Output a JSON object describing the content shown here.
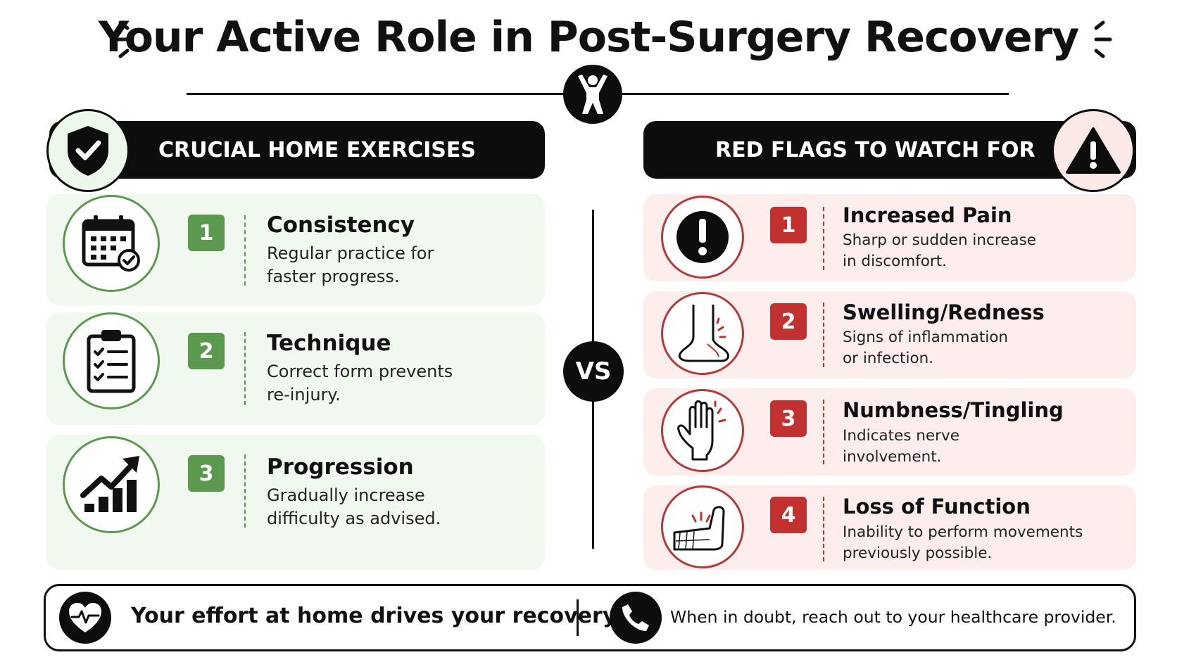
{
  "title": "Your Active Role in Post-Surgery Recovery",
  "left_section": {
    "heading": "CRUCIAL HOME EXERCISES",
    "badge_icon": "shield-check-icon",
    "accent": "#5b9a4e",
    "items": [
      {
        "number": "1",
        "title": "Consistency",
        "desc_line1": "Regular practice for",
        "desc_line2": "faster progress.",
        "icon": "calendar-check-icon"
      },
      {
        "number": "2",
        "title": "Technique",
        "desc_line1": "Correct form prevents",
        "desc_line2": "re-injury.",
        "icon": "clipboard-checklist-icon"
      },
      {
        "number": "3",
        "title": "Progression",
        "desc_line1": "Gradually increase",
        "desc_line2": "difficulty as advised.",
        "icon": "growth-chart-icon"
      }
    ]
  },
  "divider": {
    "label": "VS"
  },
  "right_section": {
    "heading": "RED FLAGS TO WATCH FOR",
    "badge_icon": "warning-triangle-icon",
    "accent": "#c1312f",
    "items": [
      {
        "number": "1",
        "title": "Increased Pain",
        "desc_line1": "Sharp or sudden increase",
        "desc_line2": "in discomfort.",
        "icon": "exclamation-icon"
      },
      {
        "number": "2",
        "title": "Swelling/Redness",
        "desc_line1": "Signs of inflammation",
        "desc_line2": "or infection.",
        "icon": "swollen-ankle-icon"
      },
      {
        "number": "3",
        "title": "Numbness/Tingling",
        "desc_line1": "Indicates nerve",
        "desc_line2": "involvement.",
        "icon": "tingling-hand-icon"
      },
      {
        "number": "4",
        "title": "Loss of Function",
        "desc_line1": "Inability to perform movements",
        "desc_line2": "previously possible.",
        "icon": "injured-arm-icon"
      }
    ]
  },
  "footer": {
    "left_text": "Your effort at home drives your recovery.",
    "left_icon": "heart-pulse-icon",
    "right_text": "When in doubt, reach out to your healthcare provider.",
    "right_icon": "phone-icon"
  }
}
